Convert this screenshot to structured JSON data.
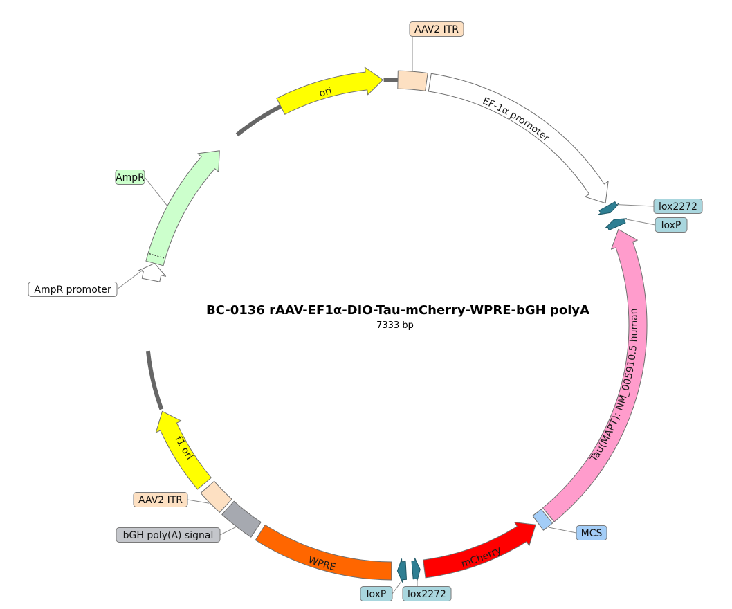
{
  "plasmid": {
    "name": "BC-0136   rAAV-EF1α-DIO-Tau-mCherry-WPRE-bGH polyA",
    "size": "7333 bp"
  },
  "features": [
    {
      "id": "ori",
      "label": "ori",
      "color": "#ffff00",
      "text_color": "#000000",
      "labeled_on_arc": true
    },
    {
      "id": "aav2-itr-top",
      "label": "AAV2 ITR",
      "color": "#fde0c2"
    },
    {
      "id": "ef1a-promoter",
      "label": "EF-1α promoter",
      "color": "#ffffff",
      "text_color": "#000000",
      "labeled_on_arc": true
    },
    {
      "id": "lox2272-right",
      "label": "lox2272",
      "color": "#2f7f93"
    },
    {
      "id": "loxp-right",
      "label": "loxP",
      "color": "#2f7f93"
    },
    {
      "id": "tau",
      "label": "Tau(MAPT): NM_005910.5 human",
      "color": "#ff9ccc",
      "text_color": "#000000",
      "labeled_on_arc": true
    },
    {
      "id": "mcs",
      "label": "MCS",
      "color": "#a3cdf7"
    },
    {
      "id": "mcherry",
      "label": "mCherry",
      "color": "#ff0000",
      "text_color": "#ffffff",
      "labeled_on_arc": true
    },
    {
      "id": "lox2272-bottom",
      "label": "lox2272",
      "color": "#2f7f93"
    },
    {
      "id": "loxp-bottom",
      "label": "loxP",
      "color": "#2f7f93"
    },
    {
      "id": "wpre",
      "label": "WPRE",
      "color": "#ff6600",
      "text_color": "#ffffff",
      "labeled_on_arc": true
    },
    {
      "id": "bgh-polya",
      "label": "bGH poly(A) signal",
      "color": "#a6a9b0"
    },
    {
      "id": "aav2-itr-bottom",
      "label": "AAV2 ITR",
      "color": "#fde0c2"
    },
    {
      "id": "f1-ori",
      "label": "f1 ori",
      "color": "#ffff00",
      "text_color": "#000000",
      "labeled_on_arc": true
    },
    {
      "id": "ampr-promoter",
      "label": "AmpR promoter",
      "color": "#ffffff"
    },
    {
      "id": "ampr",
      "label": "AmpR",
      "color": "#ccffcc"
    }
  ],
  "callout_colors": {
    "aav2-itr-top": "#fde0c2",
    "lox2272-right": "#a9d6de",
    "loxp-right": "#a9d6de",
    "mcs": "#a3cdf7",
    "lox2272-bottom": "#a9d6de",
    "loxp-bottom": "#a9d6de",
    "bgh-polya": "#c4c6cb",
    "aav2-itr-bottom": "#fde0c2",
    "ampr-promoter": "#ffffff",
    "ampr": "#ccffcc"
  },
  "backbone_color": "#666666"
}
